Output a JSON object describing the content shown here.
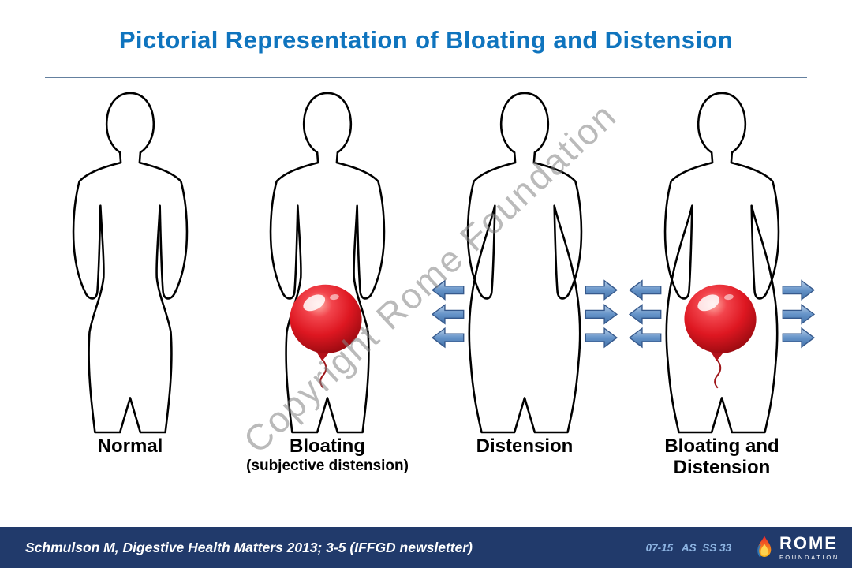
{
  "title": "Pictorial Representation of Bloating and Distension",
  "watermark": "Copyright Rome Foundation",
  "figures": [
    {
      "id": "normal",
      "label": "Normal",
      "sublabel": "",
      "balloon": false,
      "arrows": false,
      "distended": false
    },
    {
      "id": "bloating",
      "label": "Bloating",
      "sublabel": "(subjective distension)",
      "balloon": true,
      "arrows": false,
      "distended": false
    },
    {
      "id": "distension",
      "label": "Distension",
      "sublabel": "",
      "balloon": false,
      "arrows": true,
      "distended": true
    },
    {
      "id": "bloating-and-distension",
      "label": "Bloating and\nDistension",
      "sublabel": "",
      "balloon": true,
      "arrows": true,
      "distended": true
    }
  ],
  "icons": {
    "balloon": "balloon-icon",
    "arrow_left": "expansion-arrow-left-icon",
    "arrow_right": "expansion-arrow-right-icon",
    "flame": "flame-icon"
  },
  "footer": {
    "citation": "Schmulson M, Digestive Health Matters 2013; 3-5 (IFFGD newsletter)",
    "code": "07-15   AS  SS 33",
    "logo_title": "ROME",
    "logo_subtitle": "FOUNDATION"
  },
  "colors": {
    "title-color": "#0f74be",
    "rule-color": "#64809f",
    "footer-bg": "#213a6b",
    "code-color": "#8db4e2",
    "watermark-color": "#828282",
    "arrow-blue": "#4f81bd",
    "balloon-red": "#dd1721",
    "outline-black": "#000000"
  }
}
